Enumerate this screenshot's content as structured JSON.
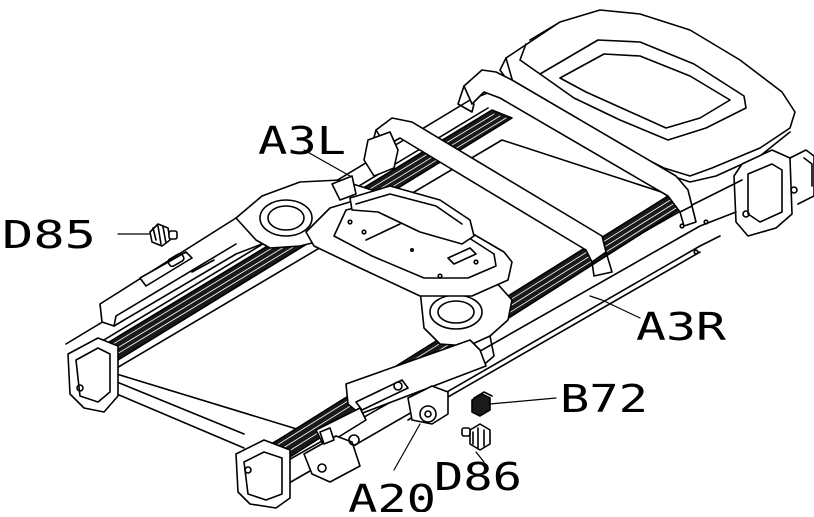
{
  "labels": {
    "a3l": "A3L",
    "d85": "D85",
    "a3r": "A3R",
    "b72": "B72",
    "a20": "A20",
    "d86": "D86"
  },
  "colors": {
    "line": "#000000",
    "belt": "#1a1a1a",
    "paper": "#ffffff"
  }
}
